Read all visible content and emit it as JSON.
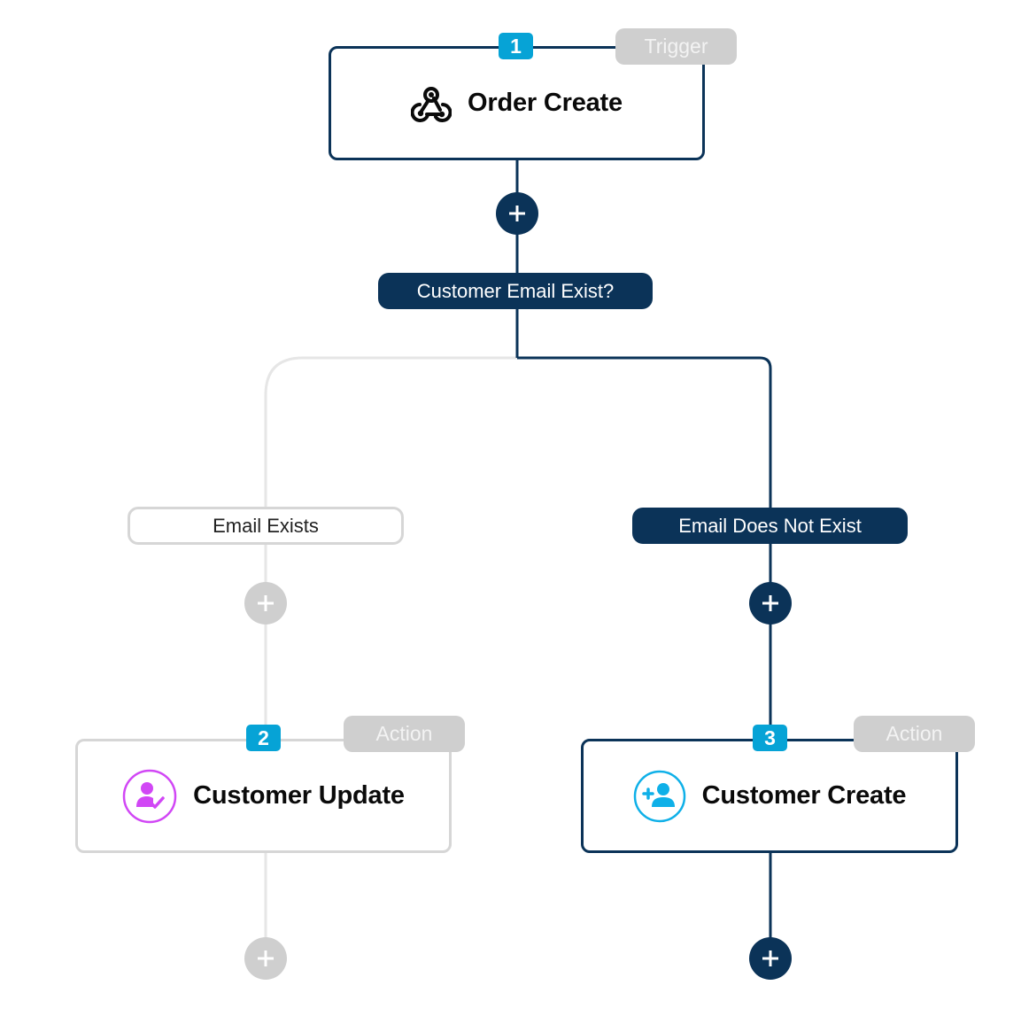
{
  "colors": {
    "active": "#0b3358",
    "inactive": "#d6d6d6",
    "step_badge": "#06a3d6",
    "tag_bg": "#cfcfcf",
    "update_icon": "#d147f5",
    "create_icon": "#0fb0e8"
  },
  "trigger": {
    "step": "1",
    "type": "Trigger",
    "title": "Order Create",
    "icon": "webhook-icon"
  },
  "condition": {
    "label": "Customer Email Exist?",
    "branches": [
      {
        "label": "Email Exists",
        "state": "inactive"
      },
      {
        "label": "Email Does Not Exist",
        "state": "active"
      }
    ]
  },
  "actions": [
    {
      "step": "2",
      "type": "Action",
      "title": "Customer Update",
      "icon": "user-check-icon",
      "state": "inactive"
    },
    {
      "step": "3",
      "type": "Action",
      "title": "Customer Create",
      "icon": "user-plus-icon",
      "state": "active"
    }
  ],
  "add_step_icon": "plus-icon"
}
